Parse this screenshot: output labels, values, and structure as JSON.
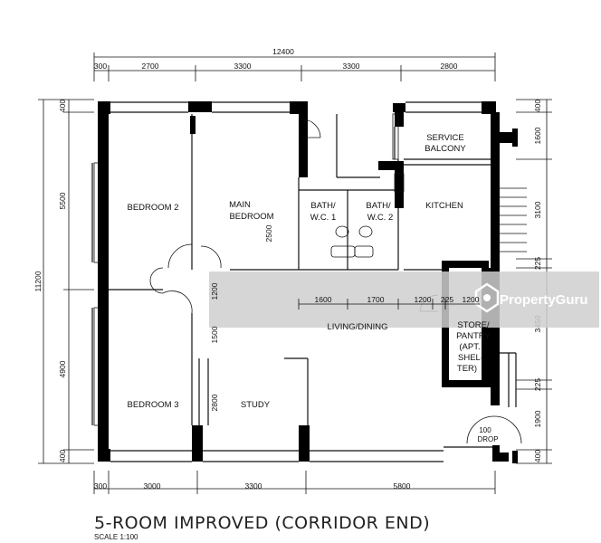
{
  "title": "5-ROOM IMPROVED (CORRIDOR END)",
  "scale": "SCALE   1:100",
  "watermark": "PropertyGuru",
  "dims_top": {
    "overall": "12400",
    "segments": [
      "300",
      "2700",
      "3300",
      "3300",
      "2800"
    ]
  },
  "dims_bottom": {
    "segments": [
      "300",
      "3000",
      "3300",
      "5800"
    ]
  },
  "dims_left": {
    "overall": "11200",
    "segments": [
      "400",
      "5500",
      "4900",
      "400"
    ]
  },
  "dims_right": {
    "segments": [
      "400",
      "1600",
      "3100",
      "225",
      "3450",
      "225",
      "1900",
      "400"
    ]
  },
  "dims_interior": {
    "bath_height": "2500",
    "corridor_height": "1200",
    "study_top": "1500",
    "study_height": "2800",
    "widths": [
      "1600",
      "1700",
      "1200",
      "225",
      "1200"
    ]
  },
  "rooms": {
    "bedroom2": "BEDROOM 2",
    "main_bedroom_1": "MAIN",
    "main_bedroom_2": "BEDROOM",
    "bath1_1": "BATH/",
    "bath1_2": "W.C. 1",
    "bath2_1": "BATH/",
    "bath2_2": "W.C. 2",
    "service_balcony_1": "SERVICE",
    "service_balcony_2": "BALCONY",
    "kitchen": "KITCHEN",
    "living": "LIVING/DINING",
    "store_1": "STORE/",
    "store_2": "PANTRY",
    "store_3": "(APT.",
    "store_4": "SHEL-",
    "store_5": "TER)",
    "bedroom3": "BEDROOM 3",
    "study": "STUDY"
  },
  "drop": {
    "value": "100",
    "label": "DROP"
  }
}
